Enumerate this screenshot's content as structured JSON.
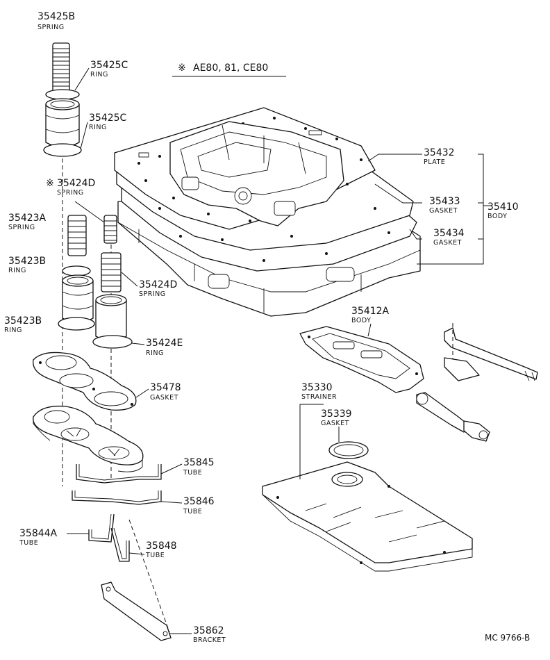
{
  "diagram": {
    "applicability": {
      "mark": "※",
      "text": "AE80, 81, CE80"
    },
    "code": "MC 9766-B",
    "labels": [
      {
        "id": "35425B",
        "number": "35425B",
        "name": "SPRING"
      },
      {
        "id": "35425C-1",
        "number": "35425C",
        "name": "RING"
      },
      {
        "id": "35425C-2",
        "number": "35425C",
        "name": "RING"
      },
      {
        "id": "35424D-1",
        "number": "35424D",
        "name": "SPRING",
        "mark": "※"
      },
      {
        "id": "35423A",
        "number": "35423A",
        "name": "SPRING"
      },
      {
        "id": "35423B-1",
        "number": "35423B",
        "name": "RING"
      },
      {
        "id": "35424D-2",
        "number": "35424D",
        "name": "SPRING"
      },
      {
        "id": "35423B-2",
        "number": "35423B",
        "name": "RING"
      },
      {
        "id": "35424E",
        "number": "35424E",
        "name": "RING"
      },
      {
        "id": "35478",
        "number": "35478",
        "name": "GASKET"
      },
      {
        "id": "35845",
        "number": "35845",
        "name": "TUBE"
      },
      {
        "id": "35846",
        "number": "35846",
        "name": "TUBE"
      },
      {
        "id": "35844A",
        "number": "35844A",
        "name": "TUBE"
      },
      {
        "id": "35848",
        "number": "35848",
        "name": "TUBE"
      },
      {
        "id": "35862",
        "number": "35862",
        "name": "BRACKET"
      },
      {
        "id": "35432",
        "number": "35432",
        "name": "PLATE"
      },
      {
        "id": "35433",
        "number": "35433",
        "name": "GASKET"
      },
      {
        "id": "35434",
        "number": "35434",
        "name": "GASKET"
      },
      {
        "id": "35410",
        "number": "35410",
        "name": "BODY"
      },
      {
        "id": "35412A",
        "number": "35412A",
        "name": "BODY"
      },
      {
        "id": "35330",
        "number": "35330",
        "name": "STRAINER"
      },
      {
        "id": "35339",
        "number": "35339",
        "name": "GASKET"
      }
    ]
  }
}
